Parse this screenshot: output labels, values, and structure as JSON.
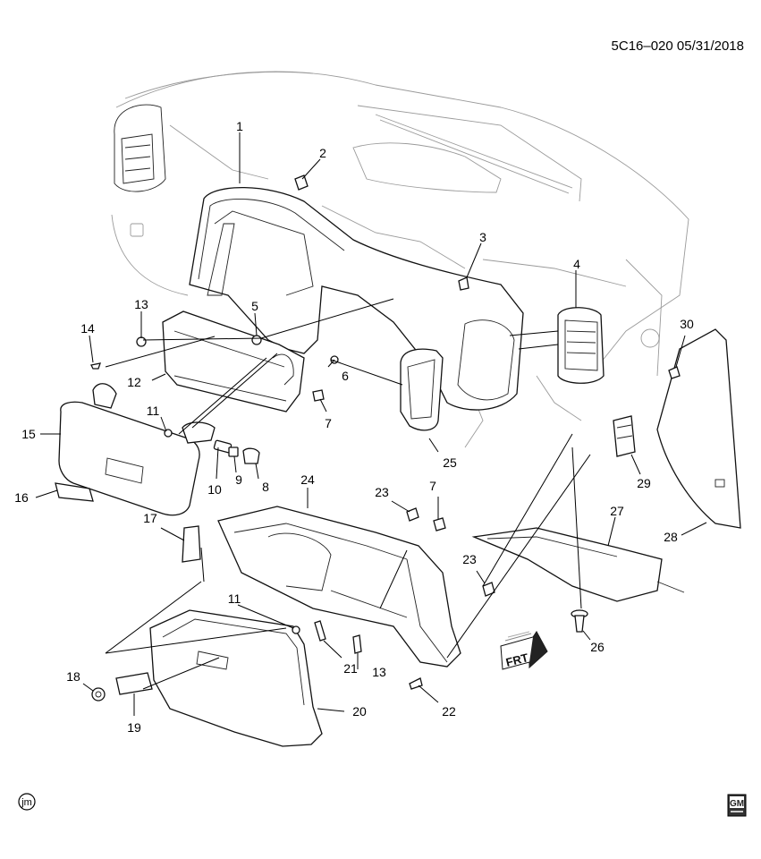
{
  "header": {
    "code": "5C16–020 05/31/2018"
  },
  "callouts": [
    {
      "id": "1",
      "label": "1"
    },
    {
      "id": "2",
      "label": "2"
    },
    {
      "id": "3",
      "label": "3"
    },
    {
      "id": "4",
      "label": "4"
    },
    {
      "id": "5",
      "label": "5"
    },
    {
      "id": "6",
      "label": "6"
    },
    {
      "id": "7a",
      "label": "7"
    },
    {
      "id": "7b",
      "label": "7"
    },
    {
      "id": "8",
      "label": "8"
    },
    {
      "id": "9",
      "label": "9"
    },
    {
      "id": "10",
      "label": "10"
    },
    {
      "id": "11a",
      "label": "11"
    },
    {
      "id": "11b",
      "label": "11"
    },
    {
      "id": "12",
      "label": "12"
    },
    {
      "id": "13a",
      "label": "13"
    },
    {
      "id": "13b",
      "label": "13"
    },
    {
      "id": "14",
      "label": "14"
    },
    {
      "id": "15",
      "label": "15"
    },
    {
      "id": "16",
      "label": "16"
    },
    {
      "id": "17",
      "label": "17"
    },
    {
      "id": "18",
      "label": "18"
    },
    {
      "id": "19",
      "label": "19"
    },
    {
      "id": "20",
      "label": "20"
    },
    {
      "id": "21",
      "label": "21"
    },
    {
      "id": "22",
      "label": "22"
    },
    {
      "id": "23a",
      "label": "23"
    },
    {
      "id": "23b",
      "label": "23"
    },
    {
      "id": "24",
      "label": "24"
    },
    {
      "id": "25",
      "label": "25"
    },
    {
      "id": "26",
      "label": "26"
    },
    {
      "id": "27",
      "label": "27"
    },
    {
      "id": "28",
      "label": "28"
    },
    {
      "id": "29",
      "label": "29"
    },
    {
      "id": "30",
      "label": "30"
    }
  ],
  "front_arrow": {
    "text": "FRT"
  },
  "corner_logo": {
    "text": "jm"
  },
  "gm_logo": {
    "text": "GM"
  },
  "icons": [
    "front-direction-arrow-icon",
    "jm-logo-icon",
    "gm-logo-icon"
  ]
}
